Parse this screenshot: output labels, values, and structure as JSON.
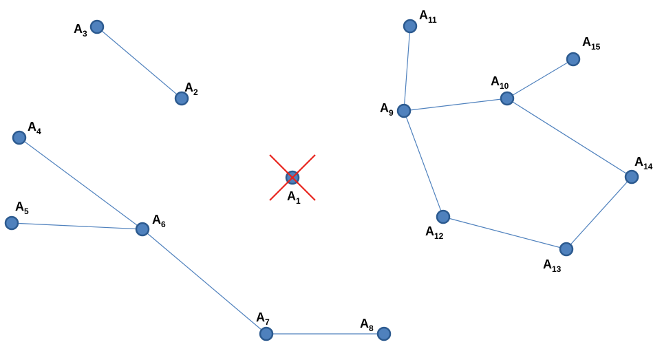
{
  "graph": {
    "colors": {
      "node_fill": "#4f81bd",
      "node_stroke": "#2c5a8f",
      "edge": "#4f81bd",
      "removed_mark": "#e8231c"
    },
    "nodes": [
      {
        "id": "A1",
        "letter": "A",
        "subscript": "1",
        "removed": true
      },
      {
        "id": "A2",
        "letter": "A",
        "subscript": "2"
      },
      {
        "id": "A3",
        "letter": "A",
        "subscript": "3"
      },
      {
        "id": "A4",
        "letter": "A",
        "subscript": "4"
      },
      {
        "id": "A5",
        "letter": "A",
        "subscript": "5"
      },
      {
        "id": "A6",
        "letter": "A",
        "subscript": "6"
      },
      {
        "id": "A7",
        "letter": "A",
        "subscript": "7"
      },
      {
        "id": "A8",
        "letter": "A",
        "subscript": "8"
      },
      {
        "id": "A9",
        "letter": "A",
        "subscript": "9"
      },
      {
        "id": "A10",
        "letter": "A",
        "subscript": "10"
      },
      {
        "id": "A11",
        "letter": "A",
        "subscript": "11"
      },
      {
        "id": "A12",
        "letter": "A",
        "subscript": "12"
      },
      {
        "id": "A13",
        "letter": "A",
        "subscript": "13"
      },
      {
        "id": "A14",
        "letter": "A",
        "subscript": "14"
      },
      {
        "id": "A15",
        "letter": "A",
        "subscript": "15"
      }
    ],
    "edges": [
      [
        "A3",
        "A2"
      ],
      [
        "A4",
        "A6"
      ],
      [
        "A5",
        "A6"
      ],
      [
        "A6",
        "A7"
      ],
      [
        "A7",
        "A8"
      ],
      [
        "A11",
        "A9"
      ],
      [
        "A9",
        "A10"
      ],
      [
        "A10",
        "A15"
      ],
      [
        "A10",
        "A14"
      ],
      [
        "A9",
        "A12"
      ],
      [
        "A12",
        "A13"
      ],
      [
        "A13",
        "A14"
      ]
    ]
  }
}
